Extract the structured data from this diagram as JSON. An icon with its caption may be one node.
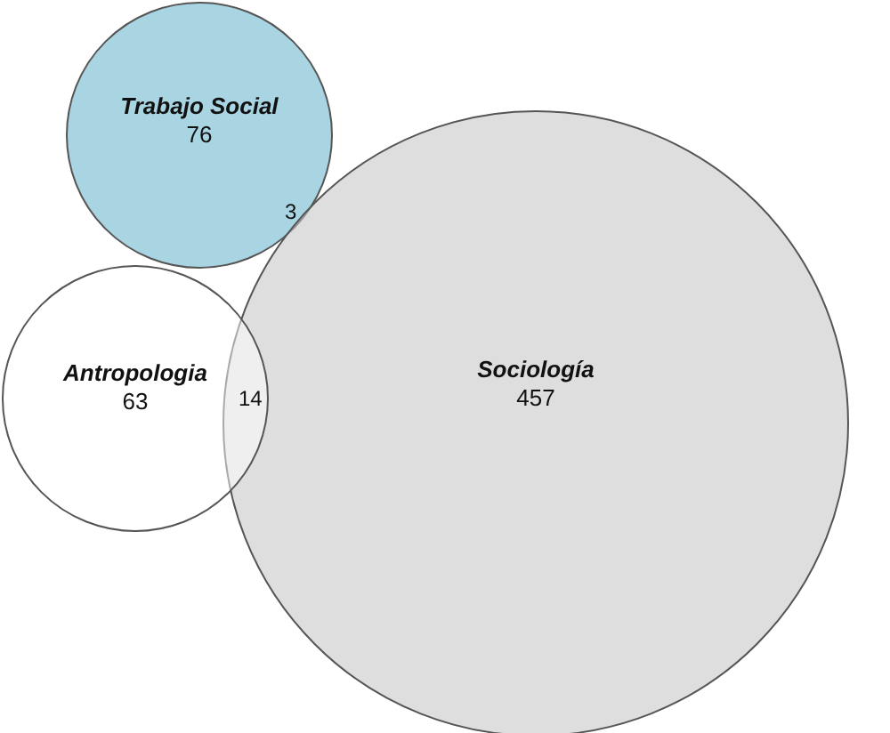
{
  "diagram": {
    "nodes": [
      {
        "text": [
          "Trabajo Social",
          "76"
        ]
      },
      {
        "text": [
          "Antropologia",
          "63"
        ]
      },
      {
        "text": [
          "Sociología",
          "457"
        ]
      }
    ],
    "labels": [
      "3",
      "14"
    ]
  }
}
